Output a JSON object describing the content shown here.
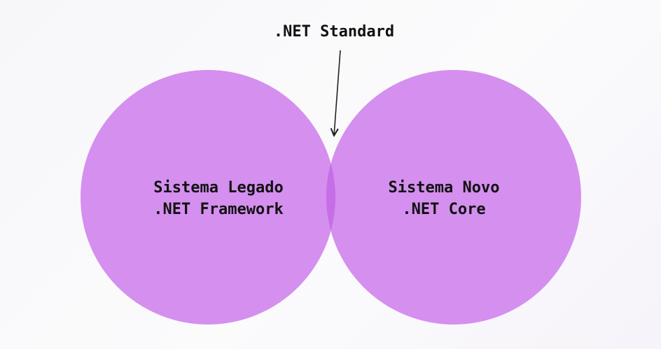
{
  "diagram": {
    "intersection_label": ".NET Standard",
    "left_set": {
      "line1": "Sistema Legado",
      "line2": ".NET Framework"
    },
    "right_set": {
      "line1": "Sistema Novo",
      "line2": ".NET Core"
    },
    "colors": {
      "circle_fill": "#d58fef",
      "overlap_fill": "#c56ee6",
      "text": "#111111",
      "arrow": "#222222"
    }
  }
}
